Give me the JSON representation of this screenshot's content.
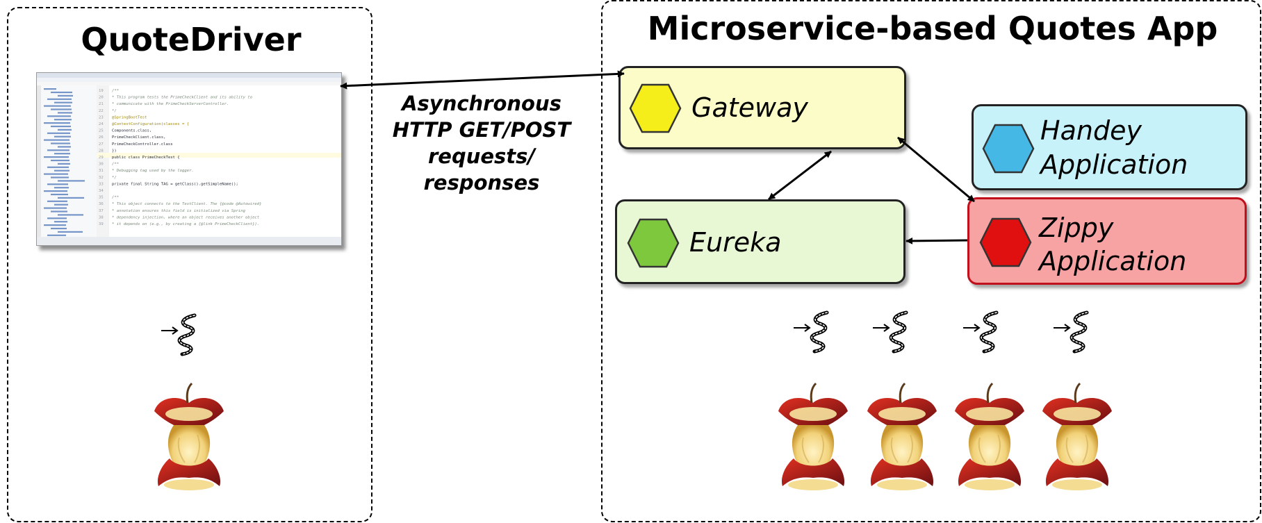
{
  "left_panel": {
    "title": "QuoteDriver"
  },
  "right_panel": {
    "title": "Microservice-based Quotes App"
  },
  "arrow_caption": [
    "Asynchronous",
    "HTTP GET/POST",
    "requests/",
    "responses"
  ],
  "services": {
    "gateway": {
      "label": "Gateway",
      "fill": "#fcfcc8",
      "icon_color": "#f5ee1a"
    },
    "eureka": {
      "label": "Eureka",
      "fill": "#e8f8d4",
      "icon_color": "#7ec83e"
    },
    "handey": {
      "label_lines": [
        "Handey",
        "Application"
      ],
      "fill": "#c7f2fa",
      "icon_color": "#45b8e6"
    },
    "zippy": {
      "label_lines": [
        "Zippy",
        "Application"
      ],
      "fill": "#f7a3a3",
      "icon_color": "#e11010"
    }
  },
  "ide_code": [
    "/**",
    " * This program tests the PrimeCheckClient and its ability to",
    " * communicate with the PrimeCheckServerController.",
    " */",
    "@SpringBootTest",
    "@ContextConfiguration(classes = {",
    "    Components.class,",
    "    PrimeCheckClient.class,",
    "    PrimeCheckController.class",
    "})",
    "public class PrimeCheckTest {",
    "    /**",
    "     * Debugging tag used by the logger.",
    "     */",
    "    private final String TAG = getClass().getSimpleName();",
    "",
    "    /**",
    "     * This object connects to the TestClient.  The {@code @Autowired}",
    "     * annotation ensures this field is initialized via Spring",
    "     * dependency injection, where an object receives another object",
    "     * it depends on (e.g., by creating a {@link PrimeCheckClient})."
  ],
  "ide_line_numbers": [
    "19",
    "20",
    "21",
    "22",
    "23",
    "24",
    "25",
    "26",
    "27",
    "28",
    "29",
    "30",
    "31",
    "32",
    "33",
    "34",
    "35",
    "36",
    "37",
    "38",
    "39"
  ]
}
